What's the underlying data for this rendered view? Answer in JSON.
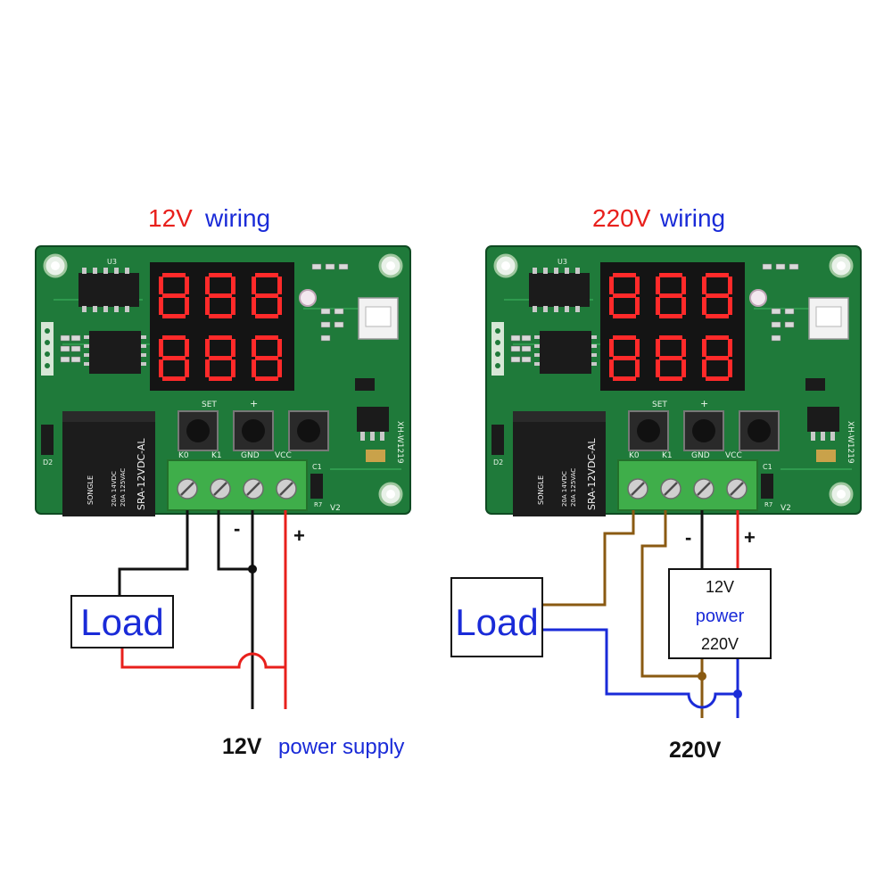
{
  "left": {
    "title_voltage": "12V",
    "title_word": "wiring",
    "load_label": "Load",
    "bottom_voltage": "12V",
    "bottom_text": "power supply",
    "minus_sign": "-",
    "plus_sign": "+"
  },
  "right": {
    "title_voltage": "220V",
    "title_word": "wiring",
    "load_label": "Load",
    "bottom_voltage": "220V",
    "minus_sign": "-",
    "plus_sign": "+",
    "supply_box": {
      "line1": "12V",
      "line2": "power",
      "line3": "220V"
    }
  },
  "board": {
    "model": "XH-W1219",
    "relay_brand": "SONGLE",
    "relay_model": "SRA-12VDC-AL",
    "relay_rating1": "20A 14VDC",
    "relay_rating2": "20A 125VAC",
    "button_set": "SET",
    "button_plus": "+",
    "terminal_k0": "K0",
    "terminal_k1": "K1",
    "terminal_gnd": "GND",
    "terminal_vcc": "VCC",
    "chip_label": "U3",
    "version": "V2",
    "cap_label": "C1",
    "diode_label": "D2",
    "reg_label": "R7"
  },
  "colors": {
    "pcb_green": "#1f7a3a",
    "wire_red": "#e8201c",
    "wire_blue": "#1a2bd8",
    "wire_brown": "#8a5a12",
    "wire_black": "#111111",
    "terminal_green": "#3fae4a"
  }
}
